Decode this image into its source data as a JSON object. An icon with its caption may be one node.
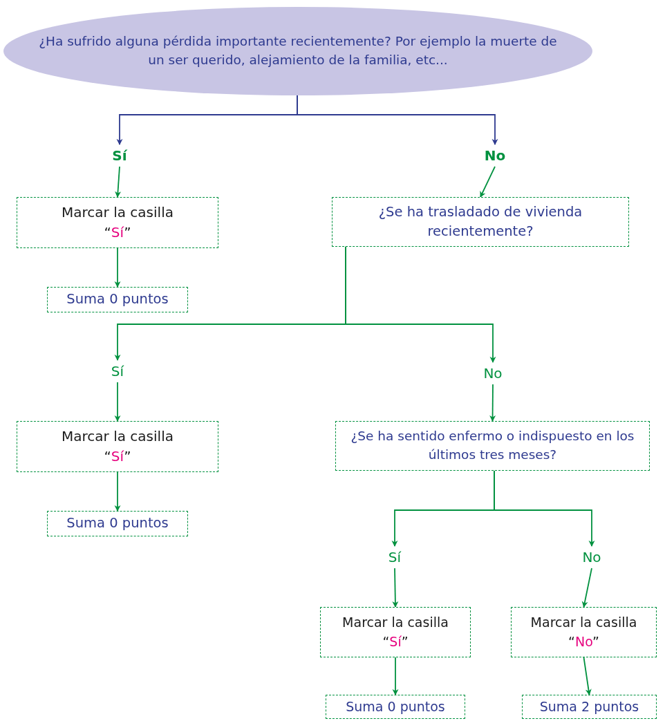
{
  "diagram": {
    "nodes": [
      {
        "text": [
          "¿Ha sufrido alguna pérdida importante recientemente? Por ejemplo la muerte de un ser querido, alejamiento de la familia, etc..."
        ]
      },
      {
        "text": [
          "Sí"
        ]
      },
      {
        "text": [
          "No"
        ]
      },
      {
        "text": [
          "Marcar la casilla",
          "“Sí”"
        ]
      },
      {
        "text": [
          "¿Se ha trasladado de vivienda recientemente?"
        ]
      },
      {
        "text": [
          "Suma 0 puntos"
        ]
      },
      {
        "text": [
          "Sí"
        ]
      },
      {
        "text": [
          "No"
        ]
      },
      {
        "text": [
          "Marcar la casilla",
          "“Sí”"
        ]
      },
      {
        "text": [
          "¿Se ha sentido enfermo o indispuesto en los últimos tres meses?"
        ]
      },
      {
        "text": [
          "Suma 0 puntos"
        ]
      },
      {
        "text": [
          "Sí"
        ]
      },
      {
        "text": [
          "No"
        ]
      },
      {
        "text": [
          "Marcar la casilla",
          "“Sí”"
        ]
      },
      {
        "text": [
          "Marcar la casilla",
          "“No”"
        ]
      },
      {
        "text": [
          "Suma 0 puntos"
        ]
      },
      {
        "text": [
          "Suma 2 puntos"
        ]
      }
    ],
    "edges": [
      {
        "from": 0,
        "to": 1,
        "arrow": "to",
        "color": "#2e3a8f"
      },
      {
        "from": 0,
        "to": 2,
        "arrow": "to",
        "color": "#2e3a8f"
      },
      {
        "from": 1,
        "to": 3,
        "arrow": "to"
      },
      {
        "from": 2,
        "to": 4,
        "arrow": "to"
      },
      {
        "from": 3,
        "to": 5,
        "arrow": "to"
      },
      {
        "from": 4,
        "to": 6,
        "arrow": "to"
      },
      {
        "from": 4,
        "to": 7,
        "arrow": "to"
      },
      {
        "from": 6,
        "to": 8,
        "arrow": "to"
      },
      {
        "from": 7,
        "to": 9,
        "arrow": "to"
      },
      {
        "from": 8,
        "to": 10,
        "arrow": "to"
      },
      {
        "from": 9,
        "to": 11,
        "arrow": "to"
      },
      {
        "from": 9,
        "to": 12,
        "arrow": "to"
      },
      {
        "from": 11,
        "to": 13,
        "arrow": "to"
      },
      {
        "from": 12,
        "to": 14,
        "arrow": "to"
      },
      {
        "from": 13,
        "to": 15,
        "arrow": "to"
      },
      {
        "from": 14,
        "to": 16,
        "arrow": "to"
      }
    ]
  }
}
